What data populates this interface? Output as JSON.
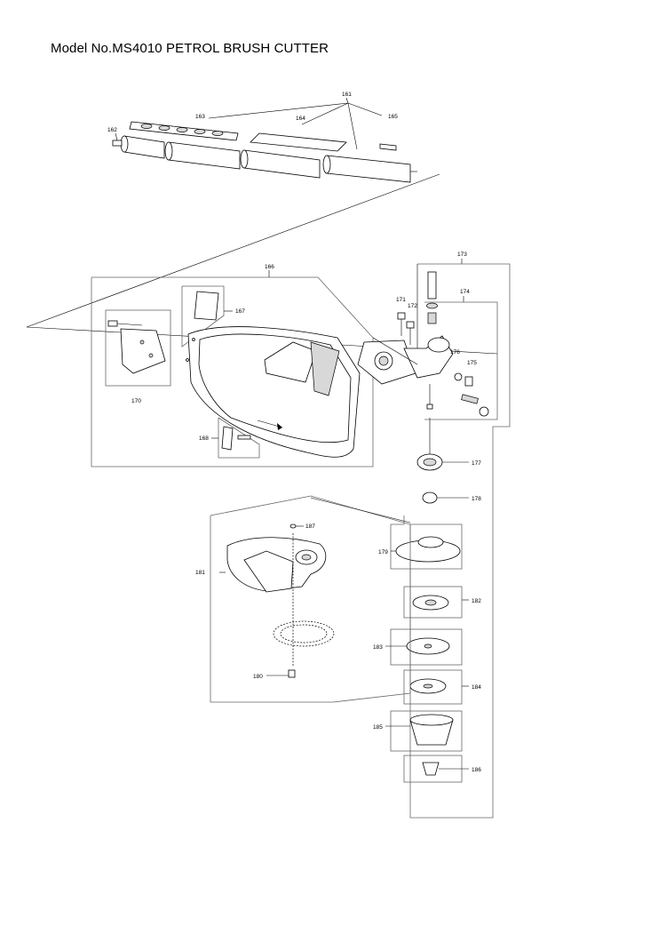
{
  "title": "Model No.MS4010 PETROL BRUSH CUTTER",
  "labels": {
    "p161": "161",
    "p162": "162",
    "p163": "163",
    "p164": "164",
    "p165": "165",
    "p166": "166",
    "p167": "167",
    "p168": "168",
    "p170": "170",
    "p171": "171",
    "p172": "172",
    "p173": "173",
    "p174": "174",
    "p175": "175",
    "p176": "176",
    "p177": "177",
    "p178": "178",
    "p179": "179",
    "p180": "180",
    "p181": "181",
    "p182": "182",
    "p183": "183",
    "p184": "184",
    "p185": "185",
    "p186": "186",
    "p187": "187"
  }
}
